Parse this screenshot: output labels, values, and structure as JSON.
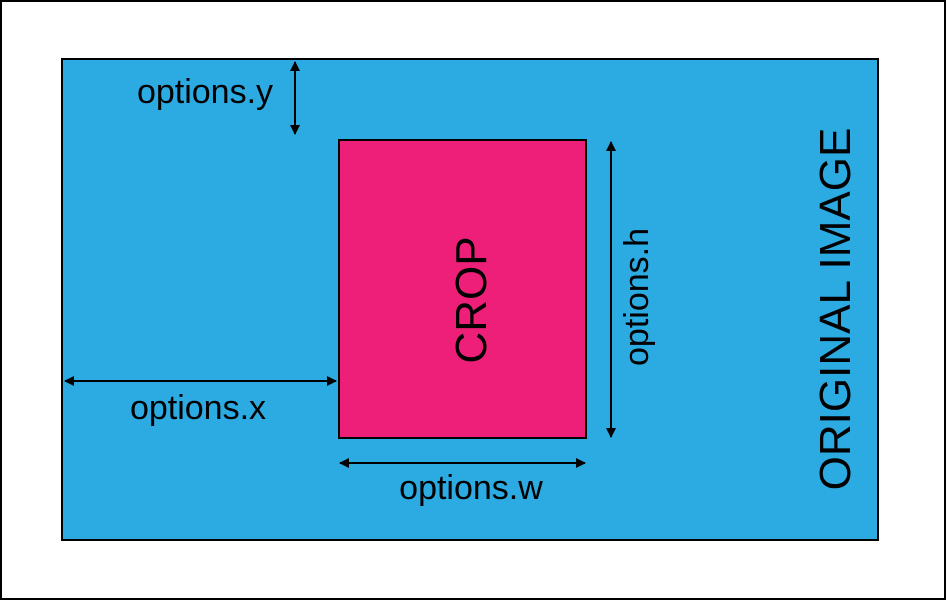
{
  "labels": {
    "original": "ORIGINAL IMAGE",
    "crop": "CROP",
    "options_x": "options.x",
    "options_y": "options.y",
    "options_w": "options.w",
    "options_h": "options.h"
  },
  "colors": {
    "original_fill": "#2CAAE2",
    "crop_fill": "#EE1F78",
    "frame_stroke": "#000000",
    "arrow": "#000000"
  }
}
